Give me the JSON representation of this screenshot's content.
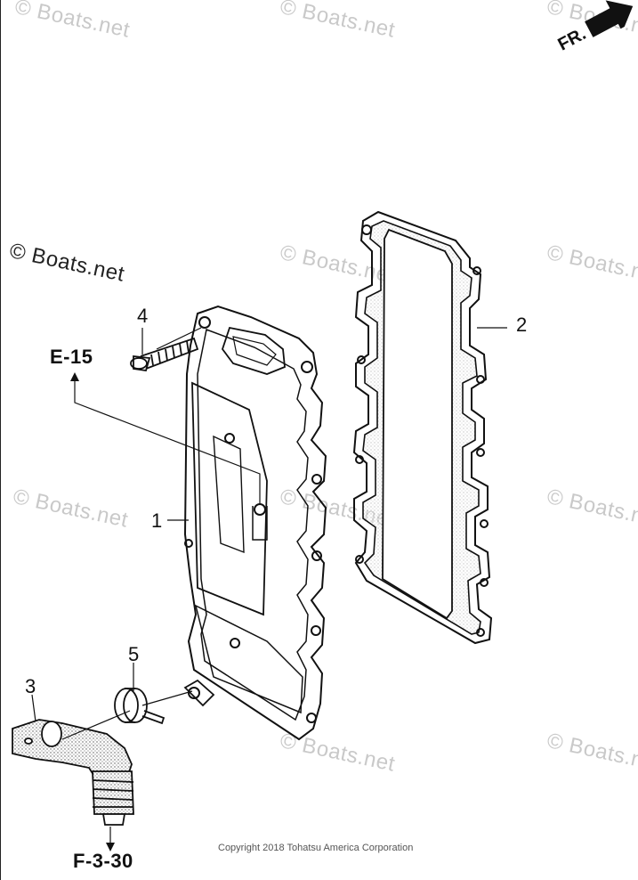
{
  "watermark": {
    "text": "© Boats.net",
    "strong_text": "© Boats.net"
  },
  "direction": {
    "label": "FR."
  },
  "callouts": {
    "p1": "1",
    "p2": "2",
    "p3": "3",
    "p4": "4",
    "p5": "5"
  },
  "references": {
    "e15": "E-15",
    "f330": "F-3-30"
  },
  "footer": {
    "copyright": "Copyright 2018 Tohatsu America Corporation"
  },
  "colors": {
    "line": "#111111",
    "watermark": "#c9c9c9",
    "gasket_fill": "#d8d8d8"
  }
}
